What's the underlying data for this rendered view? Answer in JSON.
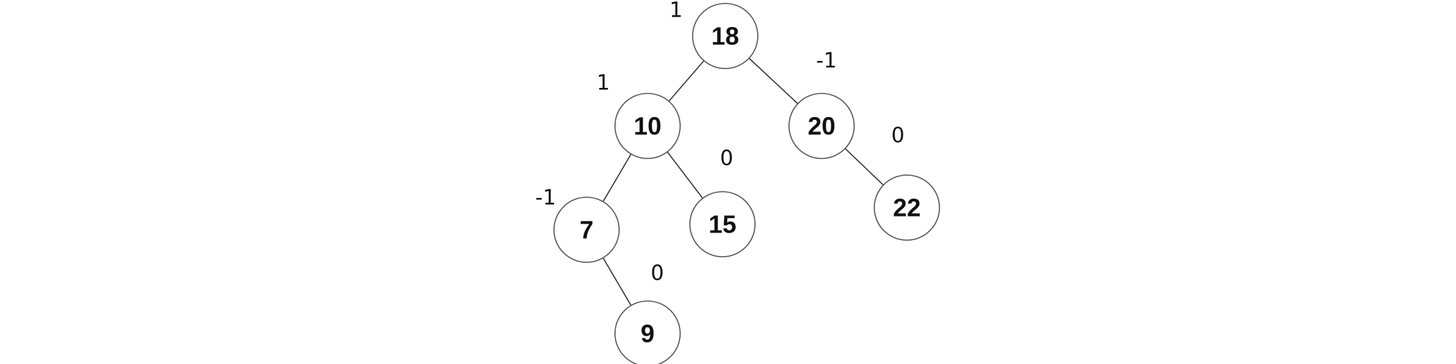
{
  "tree": {
    "nodes": [
      {
        "id": "n18",
        "value": "18",
        "balance": "1"
      },
      {
        "id": "n10",
        "value": "10",
        "balance": "1"
      },
      {
        "id": "n20",
        "value": "20",
        "balance": "-1"
      },
      {
        "id": "n7",
        "value": "7",
        "balance": "-1"
      },
      {
        "id": "n15",
        "value": "15",
        "balance": "0"
      },
      {
        "id": "n22",
        "value": "22",
        "balance": "0"
      },
      {
        "id": "n9",
        "value": "9",
        "balance": "0"
      }
    ],
    "edges": [
      [
        "n18",
        "n10"
      ],
      [
        "n18",
        "n20"
      ],
      [
        "n10",
        "n7"
      ],
      [
        "n10",
        "n15"
      ],
      [
        "n20",
        "n22"
      ],
      [
        "n7",
        "n9"
      ]
    ]
  }
}
